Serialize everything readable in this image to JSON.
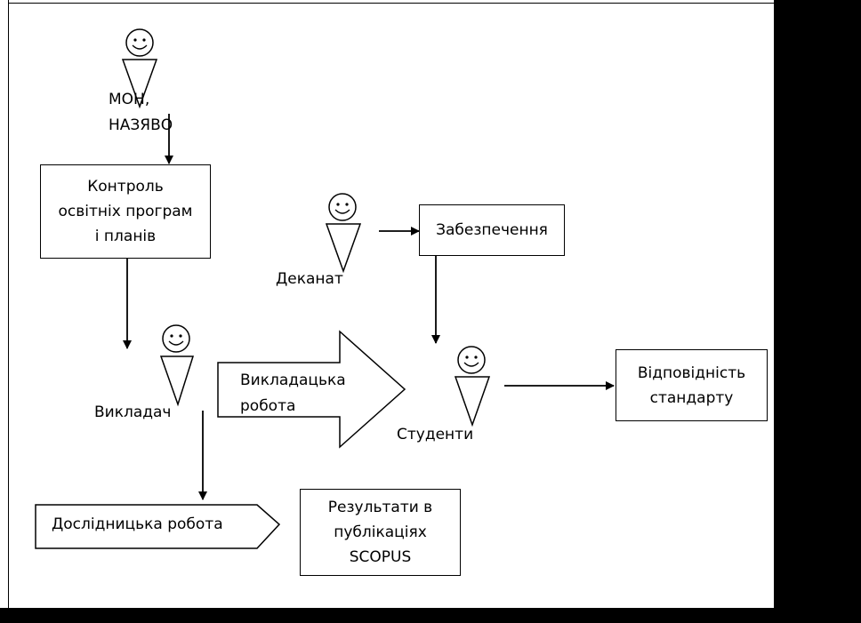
{
  "actors": {
    "mon": {
      "label": "МОН,\nНАЗЯВО"
    },
    "dekanat": {
      "label": "Деканат"
    },
    "vykladach": {
      "label": "Викладач"
    },
    "studenty": {
      "label": "Студенти"
    }
  },
  "boxes": {
    "kontrol": "Контроль\nосвітніх програм\nі планів",
    "zabezpechennia": "Забезпечення",
    "vidpovidnist": "Відповідність\nстандарту",
    "rezultaty": "Результати в\nпублікаціях\nSCOPUS"
  },
  "arrows": {
    "vykladatska": "Викладацька\nробота",
    "doslidnytska": "Дослідницька робота"
  }
}
